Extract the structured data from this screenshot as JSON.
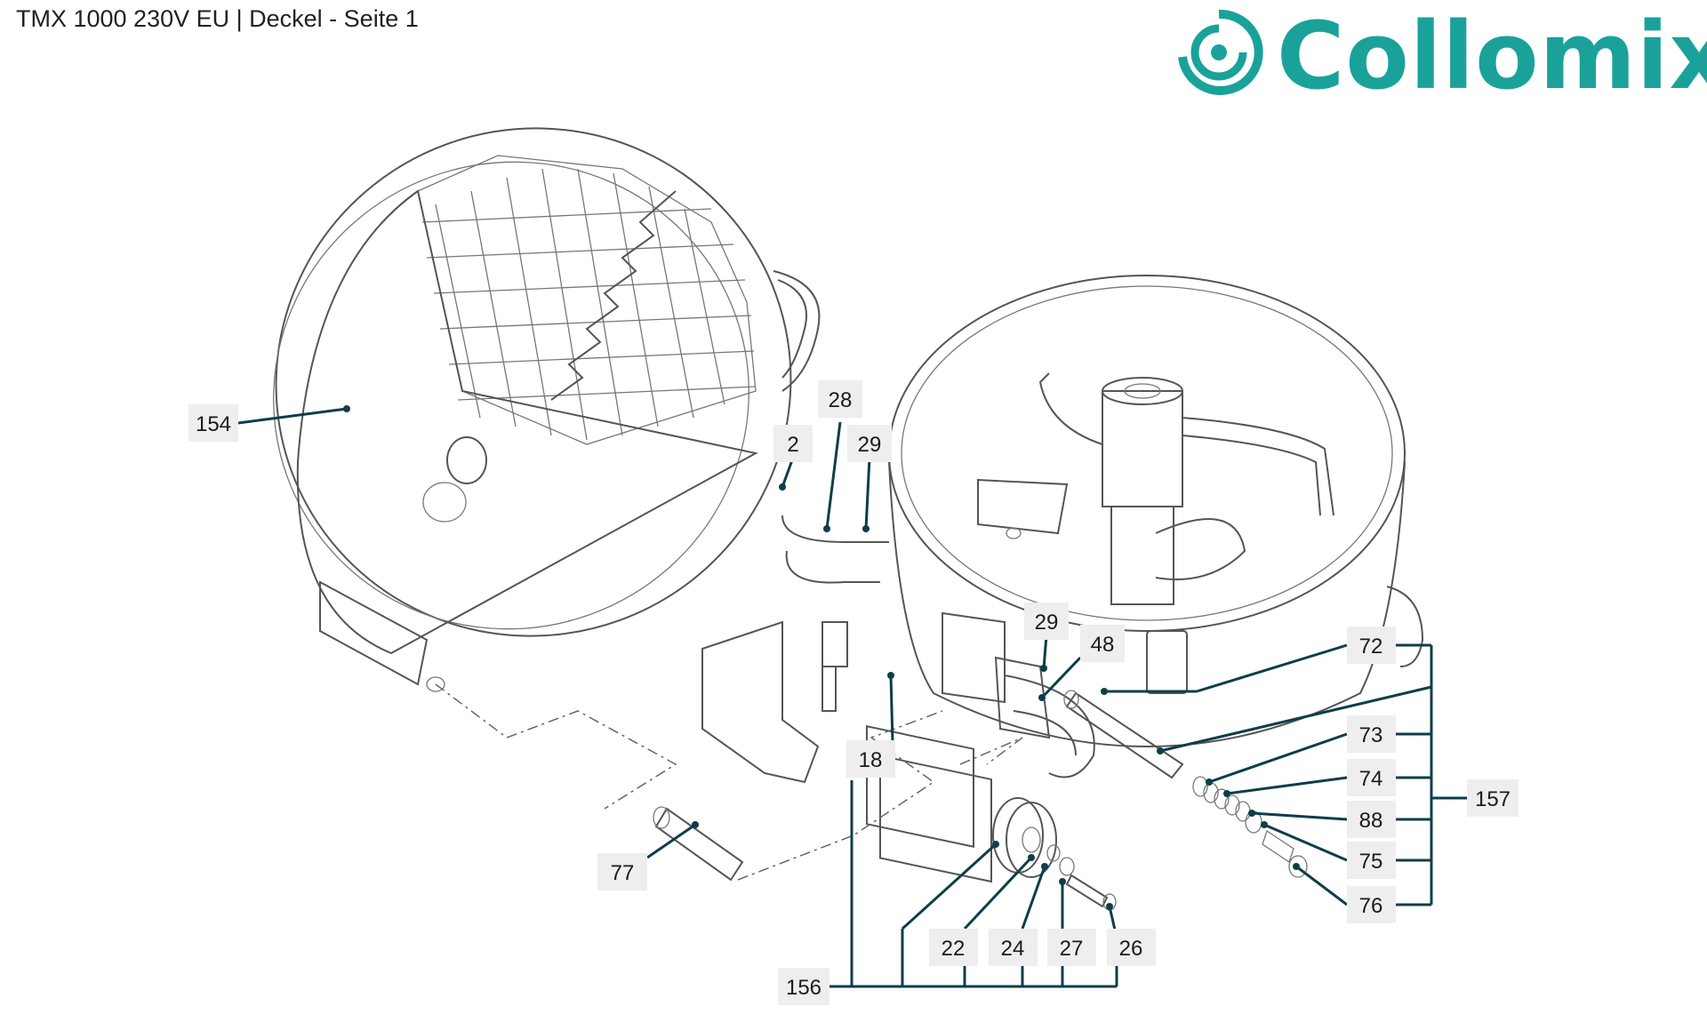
{
  "document": {
    "title": "TMX 1000 230V EU | Deckel - Seite 1"
  },
  "brand": {
    "name": "Collomix",
    "color": "#1aa29a",
    "icon": "collomix-swirl-logo"
  },
  "callouts": [
    {
      "id": "154",
      "label": "154"
    },
    {
      "id": "28",
      "label": "28"
    },
    {
      "id": "2",
      "label": "2"
    },
    {
      "id": "29a",
      "label": "29"
    },
    {
      "id": "29b",
      "label": "29"
    },
    {
      "id": "48",
      "label": "48"
    },
    {
      "id": "72",
      "label": "72"
    },
    {
      "id": "73",
      "label": "73"
    },
    {
      "id": "74",
      "label": "74"
    },
    {
      "id": "88",
      "label": "88"
    },
    {
      "id": "75",
      "label": "75"
    },
    {
      "id": "76",
      "label": "76"
    },
    {
      "id": "157",
      "label": "157"
    },
    {
      "id": "18",
      "label": "18"
    },
    {
      "id": "77",
      "label": "77"
    },
    {
      "id": "22",
      "label": "22"
    },
    {
      "id": "24",
      "label": "24"
    },
    {
      "id": "27",
      "label": "27"
    },
    {
      "id": "26",
      "label": "26"
    },
    {
      "id": "156",
      "label": "156"
    }
  ],
  "colors": {
    "leader": "#0f3d4a",
    "callout_box": "#eeeeee",
    "drawing": "#555555"
  }
}
